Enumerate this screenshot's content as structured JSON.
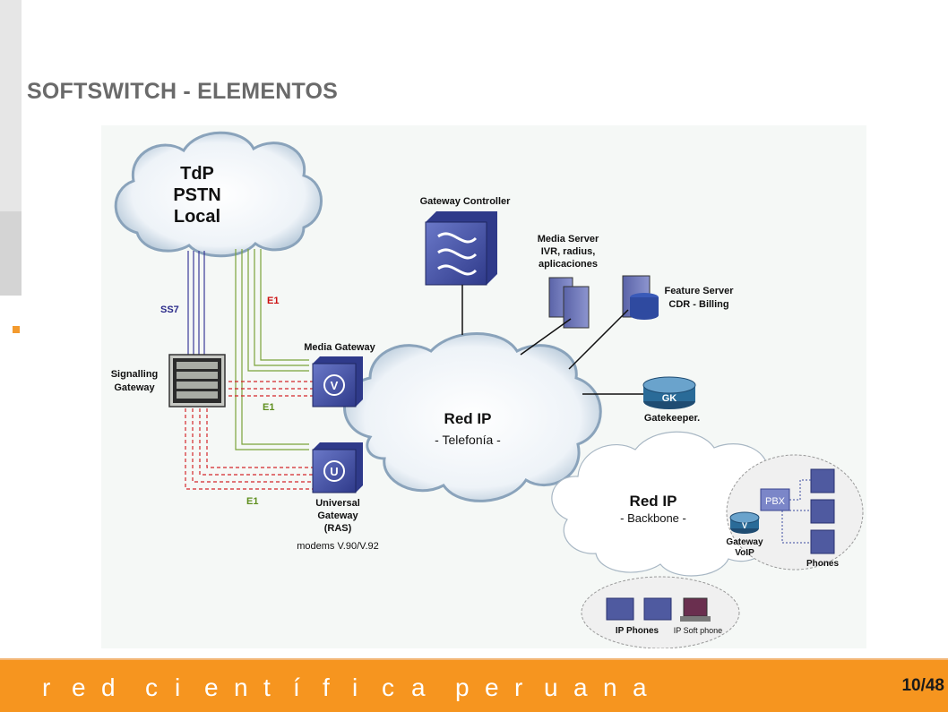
{
  "slide": {
    "title": "SOFTSWITCH - ELEMENTOS",
    "footer_text": "r e d   c i e n t í f i c a   p e r u a n a",
    "page_number": "10/48",
    "accent_color": "#f6951f"
  },
  "diagram": {
    "pstn_cloud": {
      "line1": "TdP",
      "line2": "PSTN",
      "line3": "Local"
    },
    "label_ss7": "SS7",
    "label_e1_top": "E1",
    "label_e1_mid": "E1",
    "label_e1_bottom": "E1",
    "signalling_gateway": {
      "line1": "Signalling",
      "line2": "Gateway"
    },
    "media_gateway": "Media Gateway",
    "universal_gateway": {
      "line1": "Universal",
      "line2": "Gateway",
      "line3": "(RAS)",
      "line4": "modems V.90/V.92"
    },
    "gateway_controller": "Gateway Controller",
    "media_server": {
      "line1": "Media Server",
      "line2": "IVR, radius,",
      "line3": "aplicaciones"
    },
    "feature_server": {
      "line1": "Feature Server",
      "line2": "CDR - Billing"
    },
    "gatekeeper": {
      "label": "Gatekeeper.",
      "icon_text": "GK"
    },
    "red_ip_telefonia": {
      "line1": "Red IP",
      "line2": "- Telefonía -"
    },
    "red_ip_backbone": {
      "line1": "Red IP",
      "line2": "- Backbone -"
    },
    "pbx": "PBX",
    "gateway_voip": {
      "line1": "Gateway",
      "line2": "VoIP"
    },
    "phones": "Phones",
    "ip_phones": "IP Phones",
    "ip_soft_phone": "IP Soft phone",
    "media_gateway_icon": "V",
    "universal_gateway_icon": "U",
    "voip_gateway_icon": "V"
  }
}
